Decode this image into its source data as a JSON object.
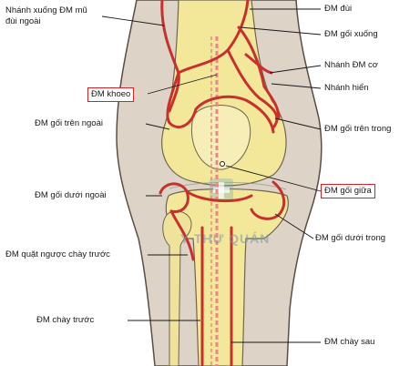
{
  "labels": {
    "nhanh_xuong_dm_mu_line1": "Nhánh xuống ĐM mũ",
    "nhanh_xuong_dm_mu_line2": "đùi ngoài",
    "dm_dui": "ĐM đùi",
    "dm_goi_xuong": "ĐM gối xuống",
    "nhanh_dm_co": "Nhánh ĐM cơ",
    "nhanh_hien": "Nhánh hiển",
    "dm_khoeo": "ĐM khoeo",
    "dm_goi_tren_ngoai": "ĐM gối trên ngoài",
    "dm_goi_tren_trong": "ĐM gối trên trong",
    "dm_goi_duoi_ngoai": "ĐM gối dưới ngoài",
    "dm_goi_giua": "ĐM gối giữa",
    "dm_goi_duoi_trong": "ĐM gối dưới trong",
    "dm_quat_nguoc_chay_truoc": "ĐM quặt ngược chày trước",
    "dm_chay_truoc": "ĐM chày trước",
    "dm_chay_sau": "ĐM chày sau"
  },
  "watermark": "Y THƯ QUÁN",
  "colors": {
    "artery": "#c8302e",
    "highlight_box": "#d2232a",
    "bone": "#f3e79a",
    "skin": "#ddd3c6"
  }
}
